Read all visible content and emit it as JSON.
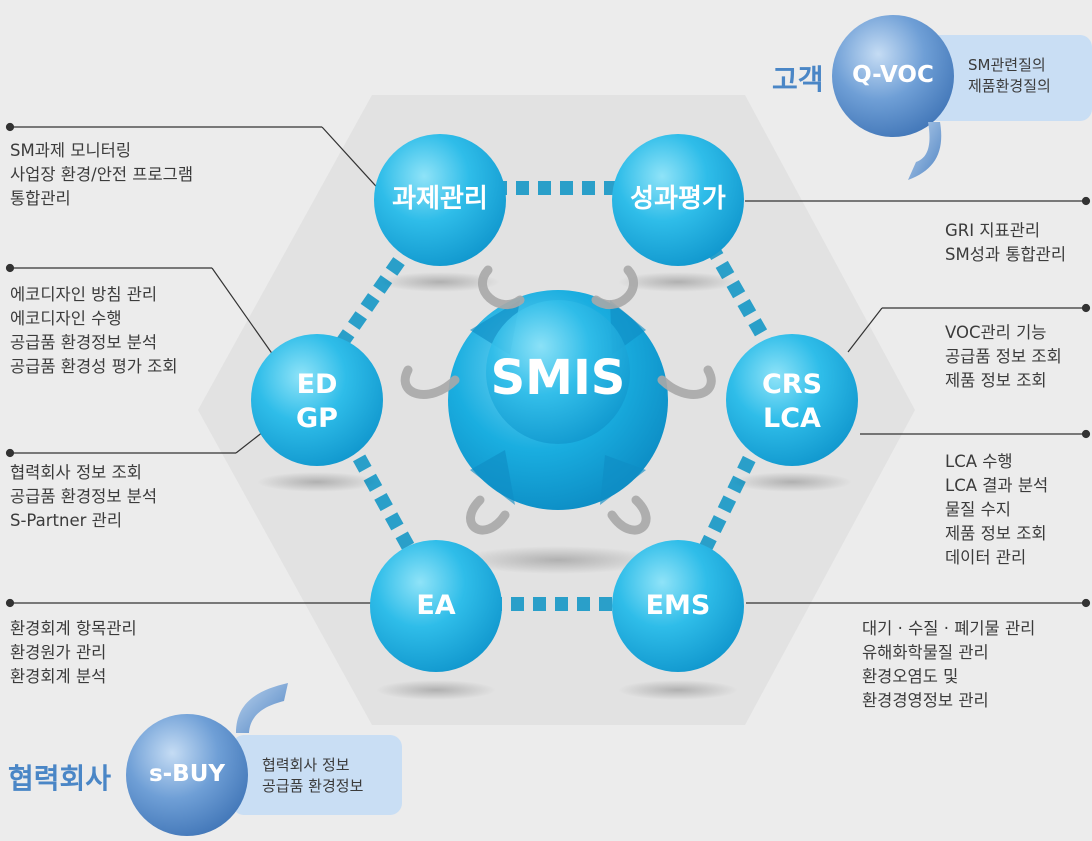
{
  "center": {
    "label": "SMIS"
  },
  "nodes": {
    "task": {
      "label": "과제관리"
    },
    "perf": {
      "label": "성과평가"
    },
    "edgp": {
      "line1": "ED",
      "line2": "GP"
    },
    "crslca": {
      "line1": "CRS",
      "line2": "LCA"
    },
    "ea": {
      "label": "EA"
    },
    "ems": {
      "label": "EMS"
    }
  },
  "qvoc": {
    "group": "고객",
    "label": "Q-VOC",
    "callout": [
      "SM관련질의",
      "제품환경질의"
    ]
  },
  "sbuy": {
    "group": "협력회사",
    "label": "s-BUY",
    "callout": [
      "협력회사 정보",
      "공급품 환경정보"
    ]
  },
  "descriptions": {
    "task": [
      "SM과제 모니터링",
      "사업장 환경/안전 프로그램",
      "통합관리"
    ],
    "ed": [
      "에코디자인 방침 관리",
      "에코디자인 수행",
      "공급품 환경정보 분석",
      "공급품 환경성 평가 조회"
    ],
    "gp": [
      "협력회사 정보 조회",
      "공급품 환경정보 분석",
      "S-Partner 관리"
    ],
    "ea": [
      "환경회계 항목관리",
      "환경원가 관리",
      "환경회계 분석"
    ],
    "perf": [
      "GRI 지표관리",
      "SM성과 통합관리"
    ],
    "crs": [
      "VOC관리 기능",
      "공급품 정보 조회",
      "제품 정보 조회"
    ],
    "lca": [
      "LCA 수행",
      "LCA 결과 분석",
      "물질 수지",
      "제품 정보 조회",
      "데이터 관리"
    ],
    "ems": [
      "대기 · 수질 · 폐기물 관리",
      "유해화학물질 관리",
      "환경오염도 및",
      "환경경영정보 관리"
    ]
  }
}
